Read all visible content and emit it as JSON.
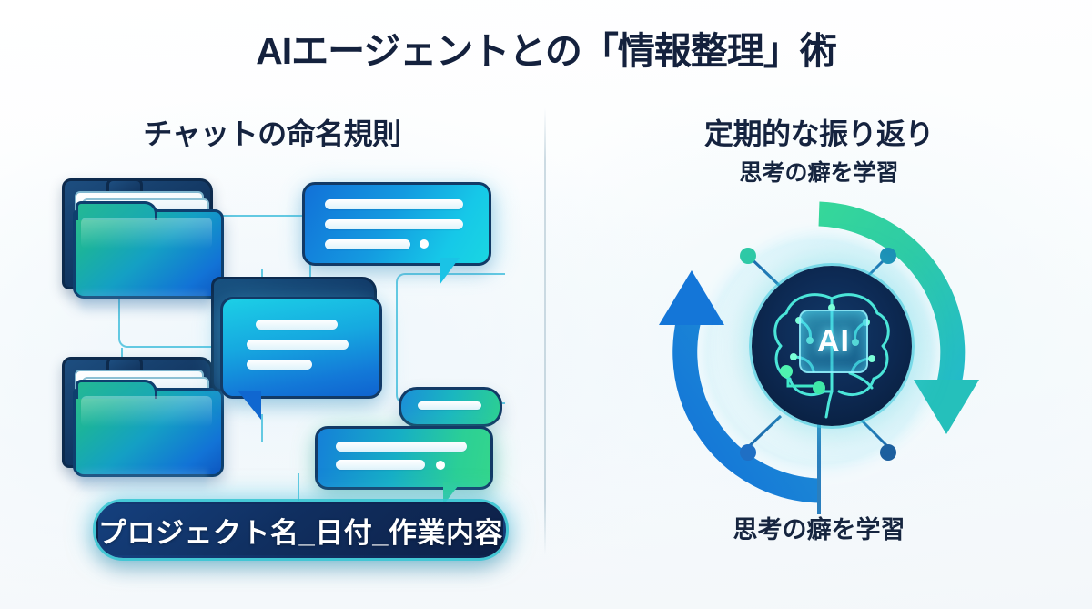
{
  "page": {
    "title": "AIエージェントとの「情報整理」術",
    "background_color": "#f7fafc",
    "title_color": "#14213d"
  },
  "left_panel": {
    "heading": "チャットの命名規則",
    "name_pill": {
      "label": "プロジェクト名_日付_作業内容",
      "background_color": "#102f60",
      "border_color": "#34c6d2",
      "text_color": "#ffffff"
    },
    "folders": [
      {
        "name": "folder-top",
        "label": ""
      },
      {
        "name": "folder-bottom",
        "label": ""
      }
    ],
    "chat_bubbles": [
      {
        "name": "bubble-top-right",
        "lines": 3,
        "gradient": "blue-cyan"
      },
      {
        "name": "bubble-center",
        "lines": 3,
        "gradient": "cyan-blue"
      },
      {
        "name": "bubble-small-pill",
        "lines": 1,
        "gradient": "blue-green"
      },
      {
        "name": "bubble-bottom-right",
        "lines": 2,
        "gradient": "blue-green"
      }
    ]
  },
  "right_panel": {
    "heading": "定期的な振り返り",
    "subheading": "思考の癖を学習",
    "caption": "思考の癖を学習",
    "cycle": {
      "left_arrow_color": "#1476d8",
      "right_arrow_color": "#2ecb96",
      "center_label": "AI",
      "center_circle_color": "#0d2a54"
    }
  }
}
